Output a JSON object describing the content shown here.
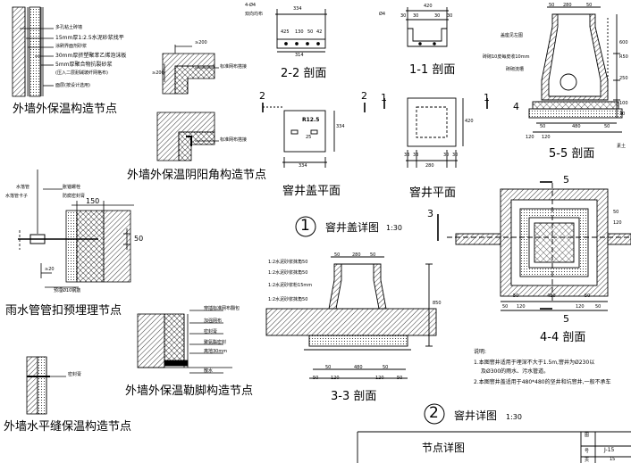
{
  "captions": {
    "wall_insulation": "外墙外保温构造节点",
    "yin_yang_corner": "外墙外保温阴阳角构造节点",
    "rain_pipe": "雨水管管扣预埋理节点",
    "plinth": "外墙外保温勒脚构造节点",
    "horizontal_joint": "外墙水平缝保温构造节点",
    "section_22": "2-2 剖面",
    "section_11": "1-1 剖面",
    "section_55": "5-5 剖面",
    "cover_plan": "窨井盖平面",
    "well_plan": "窨井平面",
    "section_33": "3-3 剖面",
    "section_44": "4-4 剖面"
  },
  "details": {
    "cover_detail": {
      "number": "1",
      "title": "窨井盖详图",
      "scale": "1:30"
    },
    "well_detail": {
      "number": "2",
      "title": "窨井详图",
      "scale": "1:30"
    }
  },
  "wall_notes": [
    "多孔粘土砖墙",
    "15mm厚1:2.5水泥砂浆找平",
    "涂刷界面剂砂浆",
    "30mm厚挤塑聚苯乙烯泡沫板",
    "5mm厚聚合物抗裂砂浆",
    "(压入二层耐碱玻纤网格布)",
    "面层(按设计选用)"
  ],
  "corner_notes": {
    "mesh_a": "标准网布搭接",
    "mesh_b": "标准网布搭接",
    "dim_a": "≥200",
    "dim_b": "≥200"
  },
  "pipe_notes": {
    "pipe": "水落管",
    "clip": "水落管卡子",
    "anchor": "胀锚螺栓",
    "sealant": "防腐密封膏",
    "rebar": "预埋Ø10钢筋",
    "dim_150": "150",
    "dim_50": "50",
    "dim_20": "≥20"
  },
  "plinth_notes": [
    "穿插标准网布翻包",
    "加强网布",
    "密封膏",
    "聚氨酯密封",
    "离地30mm",
    "散水"
  ],
  "joint_notes": [
    "密封膏"
  ],
  "section_22": {
    "top": "4-Ø4",
    "sub": "双向均布",
    "width": "334",
    "parts": [
      "425",
      "130",
      "50",
      "42"
    ],
    "bottom": "314"
  },
  "section_11": {
    "rebar": "Ø4",
    "width": "420",
    "parts": [
      "30",
      "30",
      "30",
      "30"
    ]
  },
  "cover_plan": {
    "label": "R12.5",
    "dim_25": "25",
    "height": "334",
    "width": "334",
    "cut": "2"
  },
  "well_plan": {
    "cut": "1",
    "height": "420",
    "bottom": [
      "33",
      "33",
      "30",
      "30"
    ],
    "width": "280"
  },
  "section_55": {
    "top": [
      "50",
      "280",
      "50"
    ],
    "notes": [
      "盖座见左图",
      "砖砌10皮每皮收10mm",
      "砖砌流槽",
      "素土"
    ],
    "right": [
      "600",
      "R50",
      "250",
      "100",
      "30"
    ],
    "bottom": [
      "50",
      "480",
      "50"
    ],
    "sub": [
      "120",
      "120"
    ],
    "cut": "4"
  },
  "section_33": {
    "notes": [
      "1:2水泥砂浆抹角50",
      "1:2水泥砂浆抹角50",
      "1:2水泥砂浆粉15mm",
      "1:2水泥砂浆抹角50"
    ],
    "top": [
      "50",
      "280",
      "50"
    ],
    "height": "850",
    "bottom": [
      "50",
      "480",
      "50"
    ],
    "sub": [
      "50",
      "120",
      "120",
      "50"
    ]
  },
  "section_44": {
    "cut_a": "3",
    "cut_b": "5",
    "cut_c": "5",
    "bottom": [
      "50",
      "480",
      "50"
    ],
    "sub": [
      "50",
      "120",
      "120",
      "50"
    ],
    "side": [
      "50",
      "120"
    ]
  },
  "notes": {
    "heading": "说明:",
    "items": [
      "1.本图窨井适用于埋深不大于1.5m,窨井为Ø230以",
      "及Ø300的雨水、污水管道。",
      "2.本图窨井盖适用于480*480的坚井和坑窨井,一般不承车"
    ]
  },
  "title_block": {
    "title": "节点详图",
    "code": "J-15",
    "label_a": "图",
    "label_b": "号",
    "page_label": "页",
    "page": "15"
  }
}
